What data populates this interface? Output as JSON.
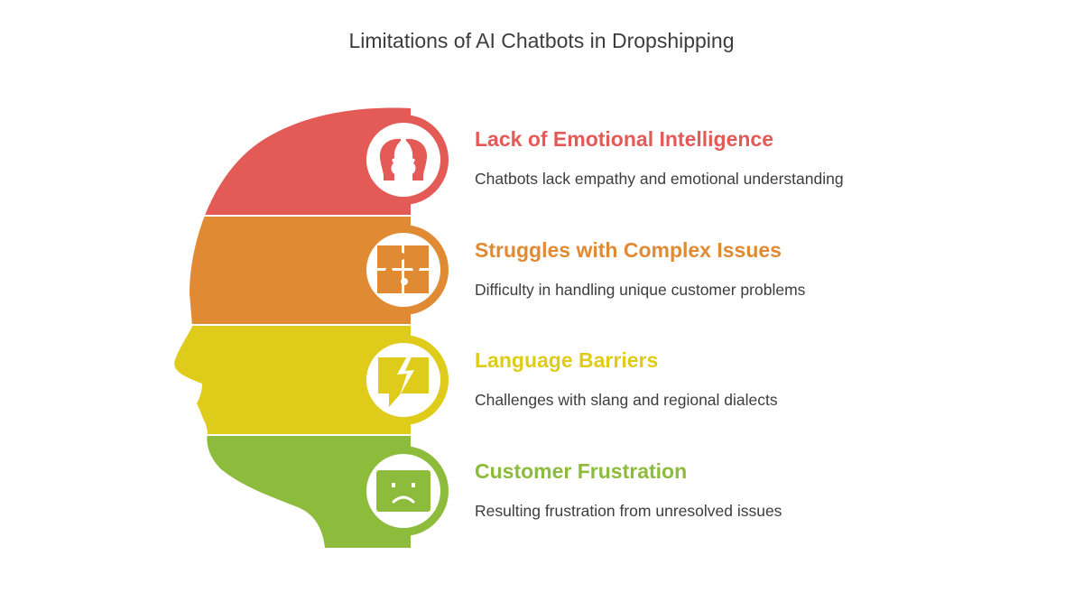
{
  "title": "Limitations of AI Chatbots in Dropshipping",
  "items": [
    {
      "title": "Lack of Emotional Intelligence",
      "description": "Chatbots lack empathy and emotional understanding",
      "color": "#e45a56",
      "icon": "head-profiles-icon"
    },
    {
      "title": "Struggles with Complex Issues",
      "description": "Difficulty in handling unique customer problems",
      "color": "#e08a33",
      "icon": "puzzle-icon"
    },
    {
      "title": "Language Barriers",
      "description": "Challenges with slang and regional dialects",
      "color": "#dfcb1a",
      "icon": "broken-speech-bubble-icon"
    },
    {
      "title": "Customer Frustration",
      "description": "Resulting frustration from unresolved issues",
      "color": "#8dbb3c",
      "icon": "sad-face-icon"
    }
  ]
}
